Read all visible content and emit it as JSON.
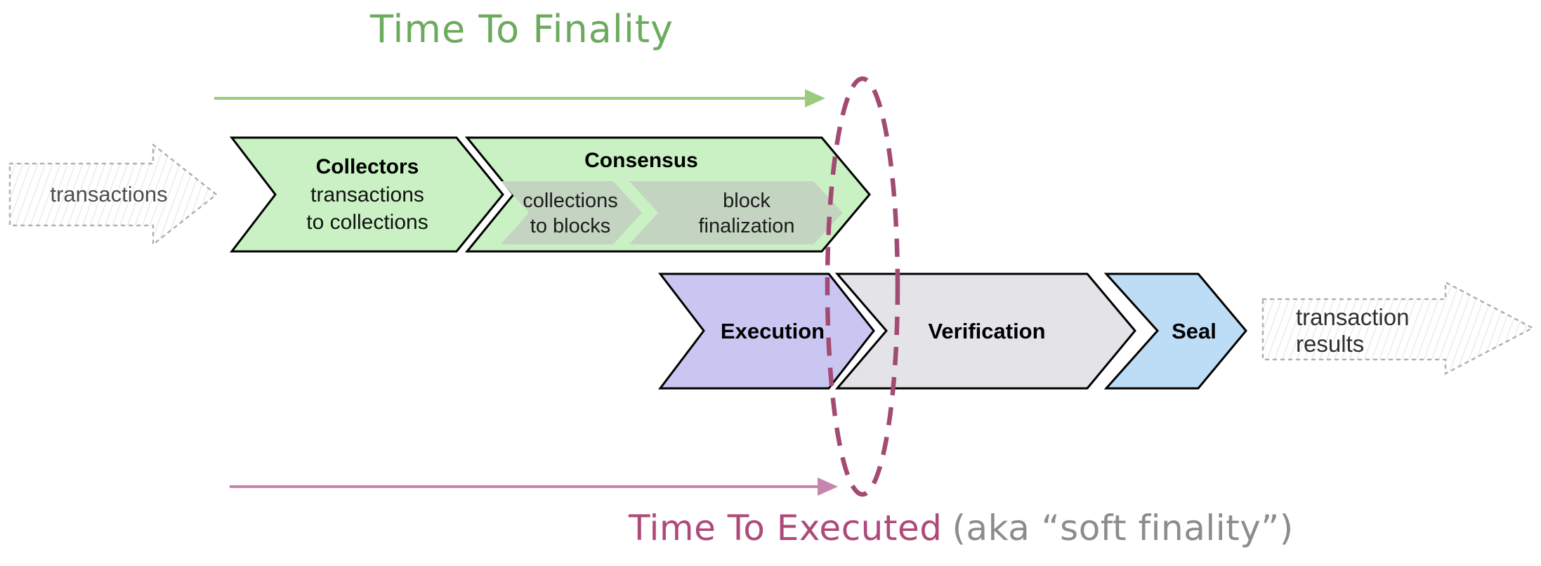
{
  "titles": {
    "top": "Time To Finality",
    "bottom_highlight": "Time To Executed",
    "bottom_suffix": "(aka “soft finality”)"
  },
  "input_arrow": {
    "label": "transactions"
  },
  "output_arrow": {
    "line1": "transaction",
    "line2": "results"
  },
  "row1": {
    "collectors": {
      "title": "Collectors",
      "sub1": "transactions",
      "sub2": "to collections"
    },
    "consensus": {
      "title": "Consensus",
      "stage1": {
        "line1": "collections",
        "line2": "to blocks"
      },
      "stage2": {
        "line1": "block",
        "line2": "finalization"
      }
    }
  },
  "row2": {
    "execution": {
      "title": "Execution"
    },
    "verification": {
      "title": "Verification"
    },
    "seal": {
      "title": "Seal"
    }
  },
  "colors": {
    "top_title": "#6cab5e",
    "finality_arrow": "#9bcb7b",
    "executed_arrow": "#c685ac",
    "bottom_highlight": "#ad4a79",
    "bottom_suffix": "#8c8c8c",
    "ellipse": "#a34a73",
    "green_fill": "#c9f1c3",
    "stage_fill": "#c3d4c0",
    "purple_fill": "#c9c6f1",
    "gray_fill": "#e4e3e7",
    "blue_fill": "#bddcf5",
    "outline": "#000000",
    "sketch_border": "#b0b0b0",
    "sketch_hatch": "#dcdcdc"
  }
}
